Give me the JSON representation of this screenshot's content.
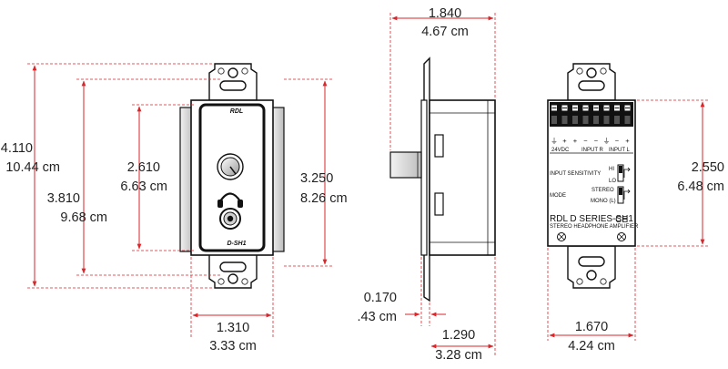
{
  "dimensions": {
    "overall_height": {
      "in": "4.110",
      "cm": "10.44 cm"
    },
    "mount_height": {
      "in": "3.810",
      "cm": "9.68 cm"
    },
    "plate_height": {
      "in": "2.610",
      "cm": "6.63 cm"
    },
    "body_height": {
      "in": "3.250",
      "cm": "8.26 cm"
    },
    "plate_width": {
      "in": "1.310",
      "cm": "3.33 cm"
    },
    "depth_total": {
      "in": "1.840",
      "cm": "4.67 cm"
    },
    "flange": {
      "in": "0.170",
      "cm": ".43 cm"
    },
    "depth_body": {
      "in": "1.290",
      "cm": "3.28 cm"
    },
    "rear_height": {
      "in": "2.550",
      "cm": "6.48 cm"
    },
    "rear_width": {
      "in": "1.670",
      "cm": "4.24 cm"
    }
  },
  "front_panel": {
    "brand": "RDL",
    "model": "D-SH1"
  },
  "rear_panel": {
    "terminals": {
      "power_label": "24VDC",
      "input_r_label": "INPUT R",
      "input_l_label": "INPUT L",
      "symbols": [
        "⏚",
        "+",
        "+",
        "−",
        "−",
        "⏚",
        "−",
        "+"
      ]
    },
    "sensitivity_label": "INPUT SENSITIVITY",
    "hi_label": "HI",
    "lo_label": "LO",
    "mode_label": "MODE",
    "stereo_label": "STEREO",
    "mono_label": "MONO (L)",
    "series_title": "RDL D SERIES-SH1",
    "subtitle": "STEREO HEADPHONE AMPLIFIER",
    "ce_mark": "CE"
  },
  "colors": {
    "dimension_lines": "#d9262b",
    "outline": "#111111",
    "shade": "#bfbfbf"
  }
}
